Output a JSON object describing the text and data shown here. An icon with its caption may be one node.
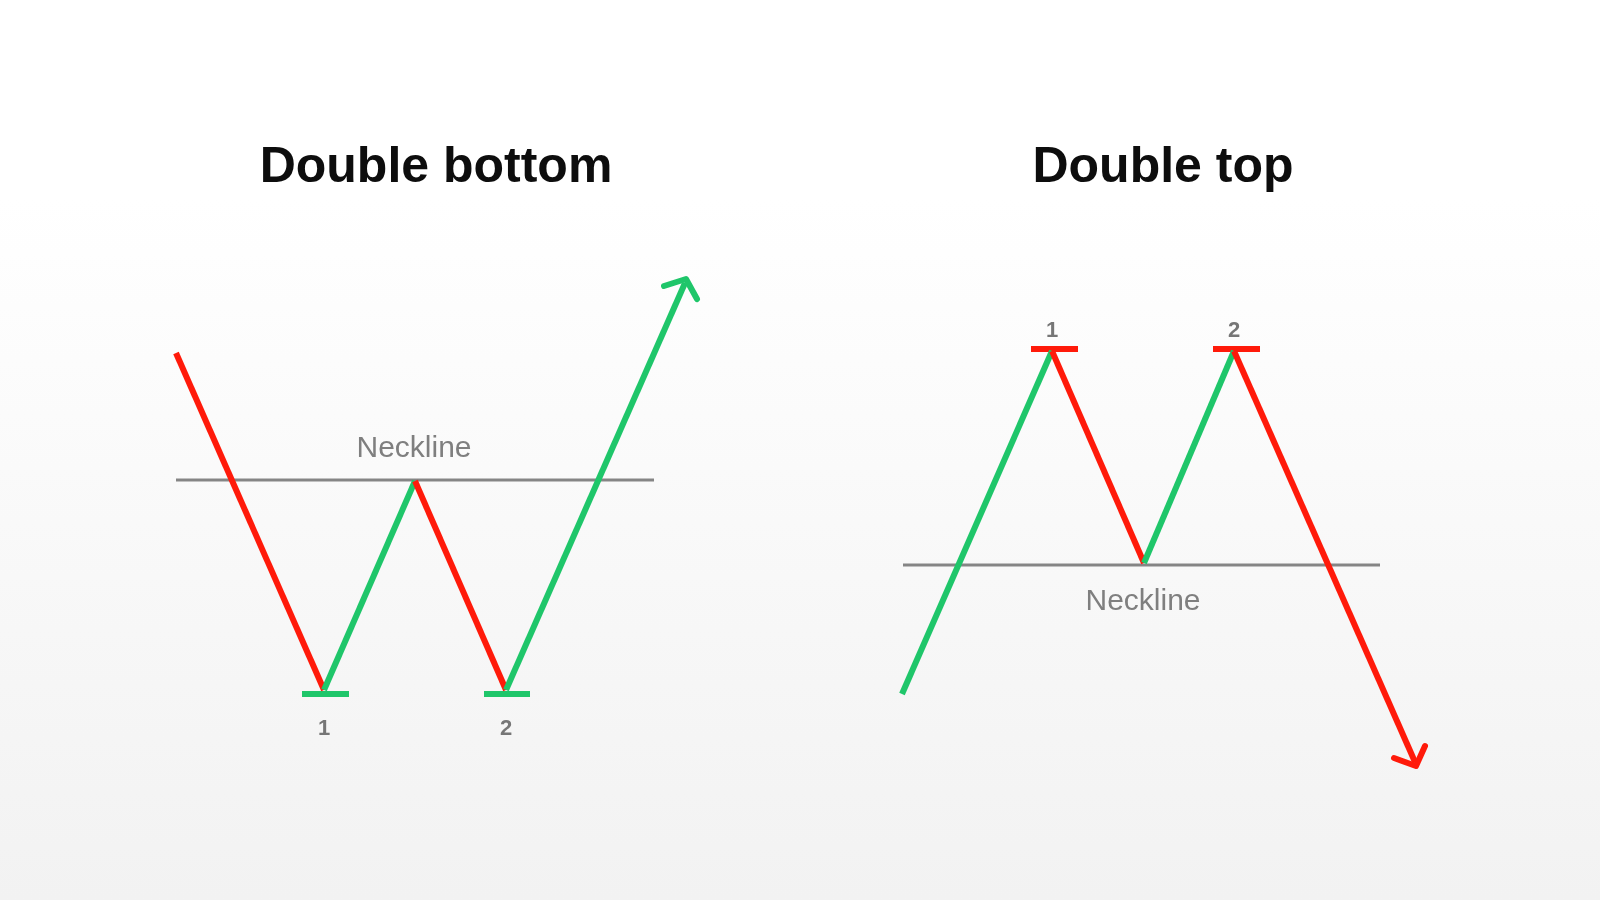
{
  "diagram": {
    "labels": [
      "Double bottom",
      "Neckline",
      "1",
      "2",
      "Double top",
      "1",
      "2",
      "Neckline"
    ]
  }
}
